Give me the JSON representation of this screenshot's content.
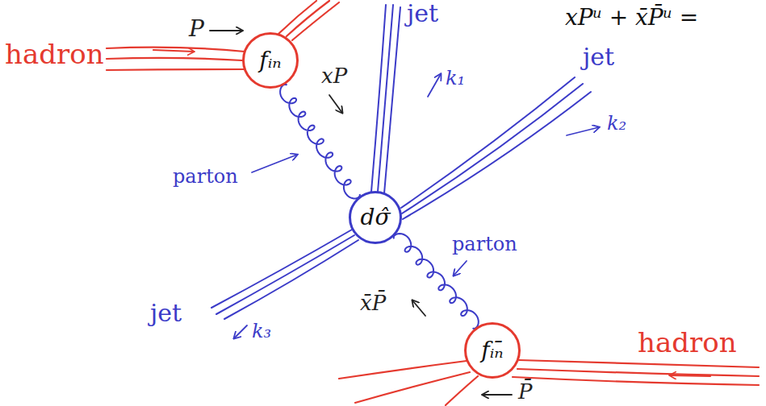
{
  "diagram": {
    "nodes": [
      {
        "text": [
          "fᵢₙ"
        ]
      },
      {
        "text": [
          "dσ̂"
        ]
      },
      {
        "text": [
          "fᵢₙ̄"
        ]
      }
    ],
    "edges": [
      {
        "from": 0,
        "to": 1,
        "arrow": "none"
      },
      {
        "from": 2,
        "to": 1,
        "arrow": "none"
      }
    ],
    "labels": [
      "hadron",
      "P",
      "xP",
      "parton",
      "jet",
      "k₁",
      "jet",
      "k₂",
      "jet",
      "k₃",
      "parton",
      "x̄P̄",
      "hadron",
      "P̄",
      "xPᵘ + x̄P̄ᵘ ="
    ]
  }
}
